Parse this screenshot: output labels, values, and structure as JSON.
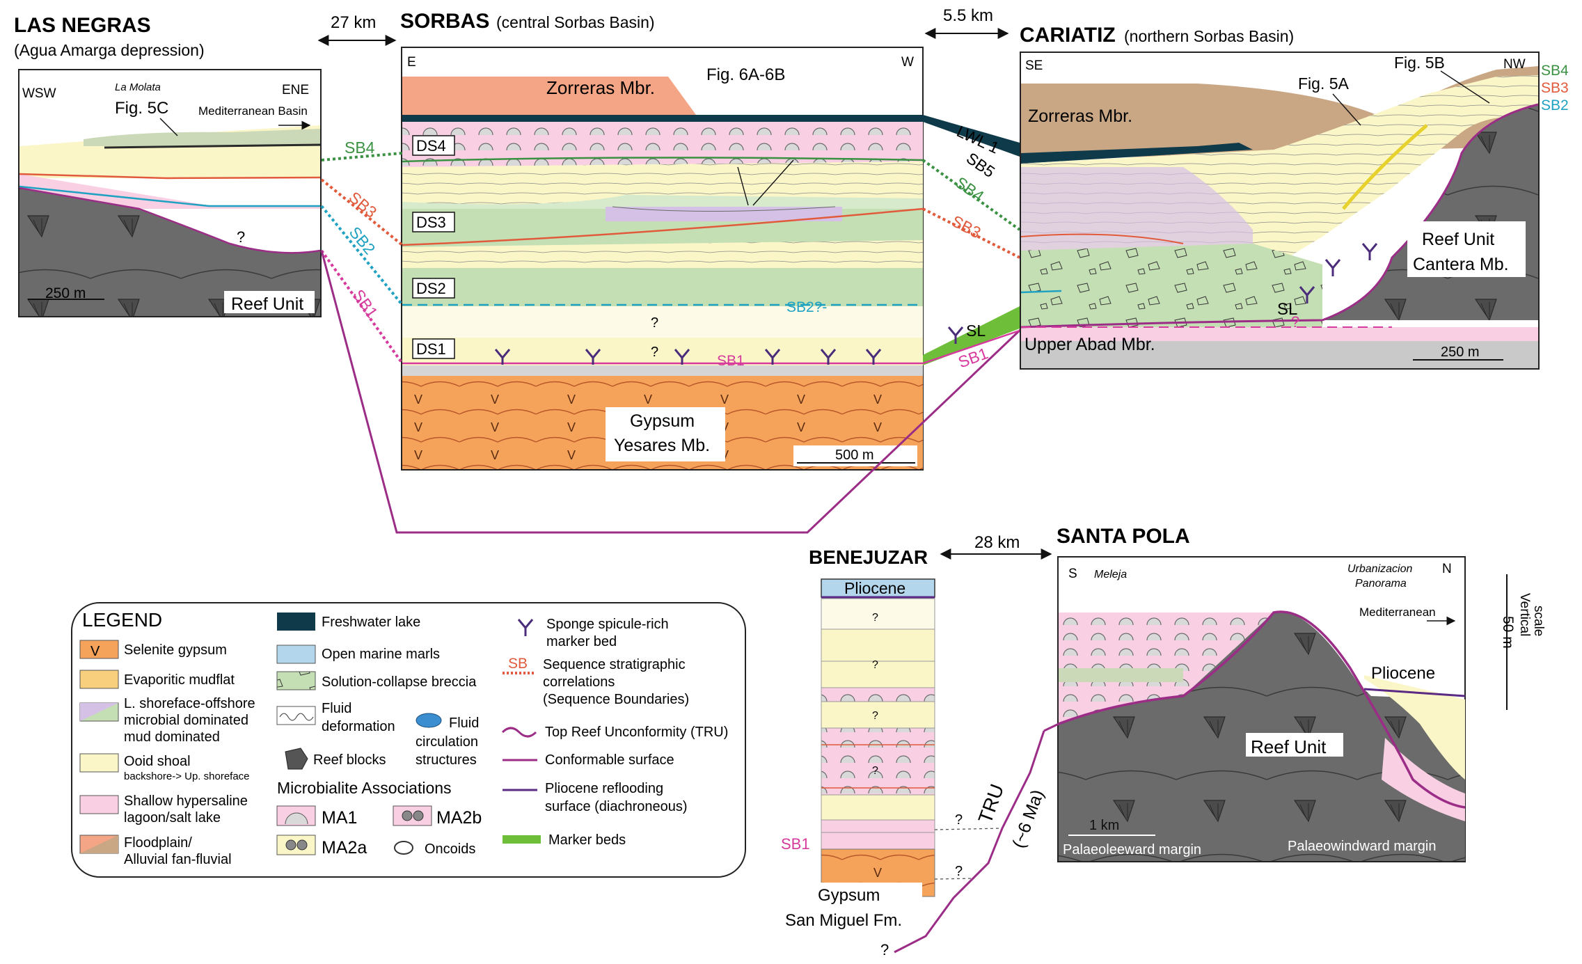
{
  "las_negras": {
    "title": "LAS NEGRAS",
    "subtitle": "(Agua Amarga depression)",
    "wsw": "WSW",
    "ene": "ENE",
    "la_molata": "La Molata",
    "fig5c": "Fig. 5C",
    "basin": "Mediterranean Basin",
    "scale": "250 m",
    "reef_unit": "Reef Unit",
    "q": "?"
  },
  "dist_27": "27 km",
  "dist_55": "5.5 km",
  "dist_28": "28 km",
  "sorbas": {
    "title": "SORBAS",
    "subtitle": "(central Sorbas Basin)",
    "e": "E",
    "w": "W",
    "zorreras": "Zorreras Mbr.",
    "fig6": "Fig. 6A-6B",
    "ds4": "DS4",
    "ds3": "DS3",
    "ds2": "DS2",
    "ds1": "DS1",
    "sb2q": "SB2?-",
    "sb1": "SB1",
    "q": "?",
    "gypsum_line1": "Gypsum",
    "gypsum_line2": "Yesares Mb.",
    "scale": "500 m"
  },
  "links": {
    "sb4": "SB4",
    "sb3": "SB3",
    "sb2": "SB2",
    "sb1": "SB1",
    "lwl1": "LWL 1",
    "sb5": "SB5",
    "sb4r": "SB4",
    "sb3r": "SB3",
    "sl": "SL",
    "sb1r": "SB1"
  },
  "cariatiz": {
    "title": "CARIATIZ",
    "subtitle": "(northern Sorbas Basin)",
    "se": "SE",
    "nw": "NW",
    "fig5b": "Fig. 5B",
    "fig5a": "Fig. 5A",
    "sb4": "SB4",
    "sb3": "SB3",
    "sb2": "SB2",
    "zorreras": "Zorreras Mbr.",
    "reef_line1": "Reef Unit",
    "reef_line2": "Cantera Mb.",
    "sl": "SL",
    "q": "?",
    "abad": "Upper Abad Mbr.",
    "scale": "250 m"
  },
  "benejuzar": {
    "title": "BENEJUZAR",
    "pliocene": "Pliocene",
    "q": "?",
    "sb1": "SB1",
    "gypsum": "Gypsum",
    "san_miguel": "San Miguel Fm.",
    "tru": "TRU",
    "ma": "(~6 Ma)"
  },
  "santa_pola": {
    "title": "SANTA POLA",
    "s": "S",
    "meleja": "Meleja",
    "urb_line1": "Urbanizacion",
    "urb_line2": "Panorama",
    "n": "N",
    "med": "Mediterranean",
    "pliocene": "Pliocene",
    "reef_unit": "Reef Unit",
    "scale": "1 km",
    "leeward": "Palaeoleeward margin",
    "windward": "Palaeowindward margin"
  },
  "vertical_scale": {
    "line1": "Vertical",
    "line2": "scale",
    "value": "50 m"
  },
  "legend": {
    "title": "LEGEND",
    "selenite": "Selenite gypsum",
    "mudflat": "Evaporitic mudflat",
    "shoreface_1": "L. shoreface-offshore",
    "shoreface_2": "microbial dominated",
    "shoreface_3": "mud dominated",
    "ooid_1": "Ooid shoal",
    "ooid_2": "backshore-> Up. shoreface",
    "lagoon_1": "Shallow hypersaline",
    "lagoon_2": "lagoon/salt lake",
    "flood_1": "Floodplain/",
    "flood_2": "Alluvial fan-fluvial",
    "freshwater": "Freshwater lake",
    "marls": "Open marine marls",
    "breccia": "Solution-collapse breccia",
    "fluid_def_1": "Fluid",
    "fluid_def_2": "deformation",
    "fluid_circ_1": "Fluid",
    "fluid_circ_2": "circulation",
    "fluid_circ_3": "structures",
    "reef_blocks": "Reef blocks",
    "microbialite": "Microbialite Associations",
    "ma1": "MA1",
    "ma2a": "MA2a",
    "ma2b": "MA2b",
    "oncoids": "Oncoids",
    "sponge_1": "Sponge spicule-rich",
    "sponge_2": "marker bed",
    "seq_sb": "SB",
    "seq_1": "Sequence stratigraphic",
    "seq_2": "correlations",
    "seq_3": "(Sequence Boundaries)",
    "tru": "Top Reef Unconformity (TRU)",
    "conformable": "Conformable surface",
    "plio_1": "Pliocene reflooding",
    "plio_2": "surface (diachroneous)",
    "marker": "Marker beds"
  },
  "colors": {
    "gypsum": "#f5a35a",
    "mudflat": "#f8cf7c",
    "ooid": "#fbf6c8",
    "lagoon": "#f9cfe3",
    "shoreface": "#c4dfb4",
    "freshwater": "#0f3a4a",
    "marls": "#b4d6ec",
    "reef": "#6b6b6b",
    "marker": "#6fbe3a",
    "zorreras": "#c9a785",
    "conformable": "#9b2d87",
    "pliocene_surface": "#5b2a84",
    "sb4": "#3b9142",
    "sb3": "#e05a3b",
    "sb2": "#1fa2c2",
    "sb1": "#d63a9c"
  }
}
